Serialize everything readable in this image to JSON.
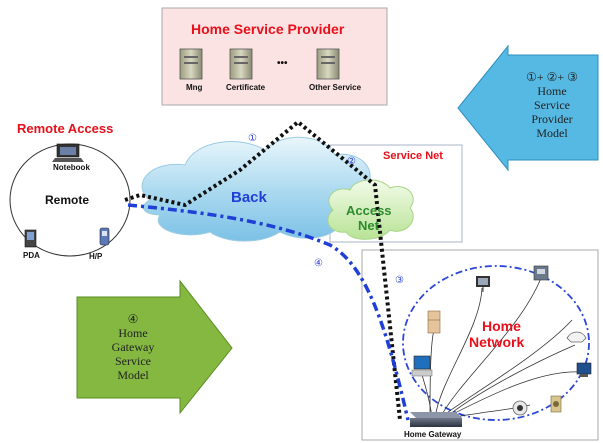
{
  "provider": {
    "title": "Home Service Provider",
    "items": [
      "Mng",
      "Certificate",
      "Other Service"
    ],
    "dots": "•••"
  },
  "remote": {
    "title": "Remote Access",
    "center_label": "Remote",
    "devices": [
      "Notebook",
      "PDA",
      "H/P"
    ]
  },
  "network": {
    "back": "Back",
    "service_net": "Service Net",
    "access_net": [
      "Access",
      "Net"
    ]
  },
  "home": {
    "network_label": [
      "Home",
      "Network"
    ],
    "gateway": "Home Gateway"
  },
  "markers": [
    "①",
    "②",
    "③",
    "④"
  ],
  "models": {
    "provider_model": [
      "①+ ②+ ③",
      "Home",
      "Service",
      "Provider",
      "Model"
    ],
    "gateway_model": [
      "④",
      "Home",
      "Gateway",
      "Service",
      "Model"
    ]
  },
  "colors": {
    "provider_bg": "#fbe3e3",
    "provider_arrow": "#55b9e4",
    "gateway_arrow": "#84b841",
    "path_remote": "#111111",
    "path_gateway": "#1f3fd6",
    "title_red": "#e8101a"
  }
}
